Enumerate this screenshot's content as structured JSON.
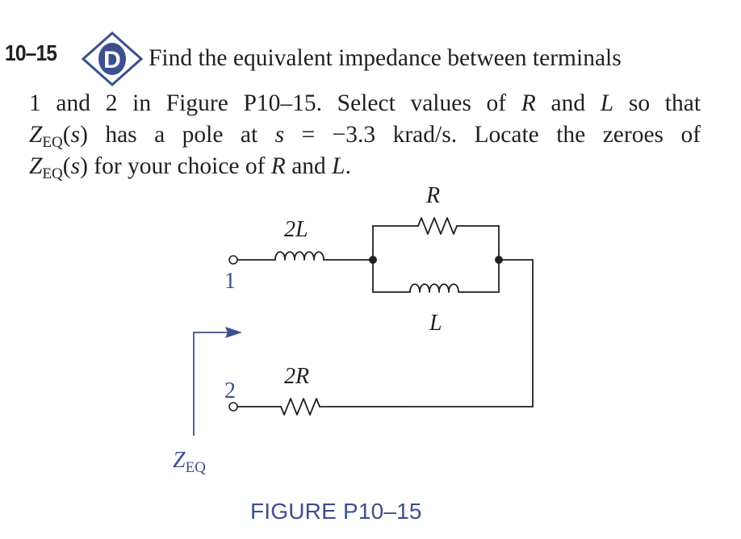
{
  "problem": {
    "number": "10–15",
    "badge_letter": "D",
    "line1": "Find the equivalent impedance between terminals",
    "line2": "1 and 2 in Figure P10–15. Select values of R and L so that",
    "line3": "Z(s) has a pole at s = −3.3 krad/s. Locate the zeroes of",
    "line4": "Z(s) for your choice of R and L.",
    "t": {
      "l2a": "1 and 2 in Figure P10–15. Select values of",
      "R": "R",
      "and": "and",
      "L": "L",
      "so_that": "so that",
      "Z": "Z",
      "EQ": "EQ",
      "paren_s": "(s)",
      "s_open": "(",
      "s": "s",
      "s_close": ")",
      "has_pole": "has a pole at",
      "equals": "=",
      "pole_value": "−3.3 krad/s.",
      "locate": "Locate the zeroes of",
      "for_choice": "for your choice of",
      "period": "."
    }
  },
  "circuit": {
    "inductor_series_label": "2L",
    "resistor_parallel_label": "R",
    "inductor_parallel_label": "L",
    "resistor_series_label": "2R",
    "terminal_1": "1",
    "terminal_2": "2",
    "z_main": "Z",
    "z_sub": "EQ"
  },
  "figure_caption": "FIGURE P10–15",
  "colors": {
    "accent_blue": "#3d4f8f",
    "text": "#231f20"
  }
}
